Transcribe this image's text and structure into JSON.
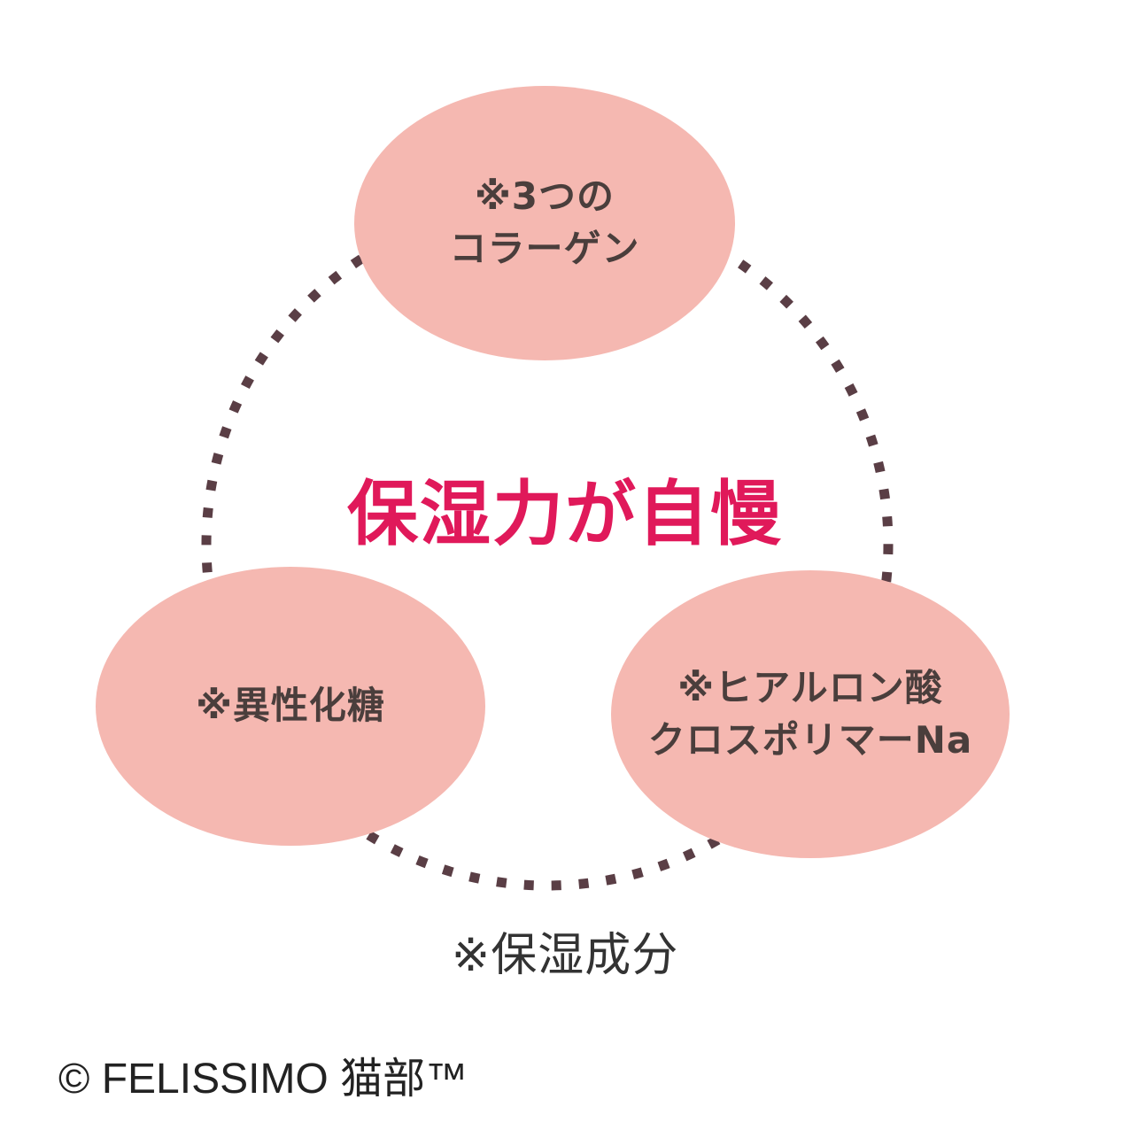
{
  "colors": {
    "bubble_fill": "#f5b8b1",
    "bubble_text": "#4a3e3c",
    "dots": "#5a3e45",
    "title": "#e0195a",
    "footnote": "#333333",
    "copyright": "#222222"
  },
  "bubbles": {
    "top": {
      "lines": [
        "※3つの",
        "コラーゲン"
      ]
    },
    "left": {
      "lines": [
        "※異性化糖"
      ]
    },
    "right": {
      "lines": [
        "※ヒアルロン酸",
        "クロスポリマーNa"
      ]
    }
  },
  "center_title": "保湿力が自慢",
  "footnote": "※保湿成分",
  "copyright": "© FELISSIMO 猫部™"
}
